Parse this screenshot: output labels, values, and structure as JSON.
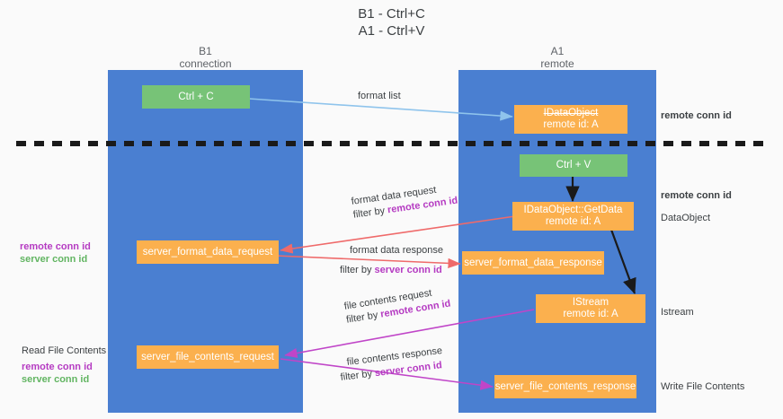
{
  "title": {
    "line1": "B1 - Ctrl+C",
    "line2": "A1 - Ctrl+V"
  },
  "columns": [
    {
      "id": "b1",
      "name": "B1",
      "sub": "connection"
    },
    {
      "id": "a1",
      "name": "A1",
      "sub": "remote"
    }
  ],
  "nodes": {
    "ctrl_c": "Ctrl + C",
    "ctrl_v": "Ctrl + V",
    "idataobject_title": "IDataObject",
    "idataobject_sub": "remote id: A",
    "getdata_title": "IDataObject::GetData",
    "getdata_sub": "remote id: A",
    "istream_title": "IStream",
    "istream_sub": "remote id: A",
    "server_format_data_request": "server_format_data_request",
    "server_format_data_response": "server_format_data_response",
    "server_file_contents_request": "server_file_contents_request",
    "server_file_contents_response": "server_file_contents_response"
  },
  "edges": {
    "format_list": "format list",
    "format_data_request": "format data request",
    "format_data_response": "format data response",
    "file_contents_request": "file contents request",
    "file_contents_response": "file contents response",
    "filter_by": "filter by",
    "remote_conn_id": "remote conn id",
    "server_conn_id": "server conn id"
  },
  "side_labels": {
    "right_remote_conn_id_top": "remote conn id",
    "right_remote_conn_id_mid": "remote conn id",
    "right_dataobject": "DataObject",
    "right_istream": "Istream",
    "right_write_file_contents": "Write File Contents",
    "left_remote_conn_id_mid": "remote conn id",
    "left_server_conn_id_mid": "server conn id",
    "left_read_file_contents": "Read File Contents",
    "left_remote_conn_id_bottom": "remote conn id",
    "left_server_conn_id_bottom": "server conn id"
  },
  "colors": {
    "panel_blue": "#4a7fd1",
    "node_green": "#77c377",
    "node_orange": "#fbb04e",
    "accent_purple": "#b53bc2",
    "accent_green": "#62b562",
    "arrow_blue": "#8fc4ec",
    "arrow_red": "#ef6a6a",
    "arrow_magenta": "#c045c8",
    "arrow_black": "#1a1a1a",
    "divider": "#1a1a1a",
    "background": "#fafafa"
  }
}
